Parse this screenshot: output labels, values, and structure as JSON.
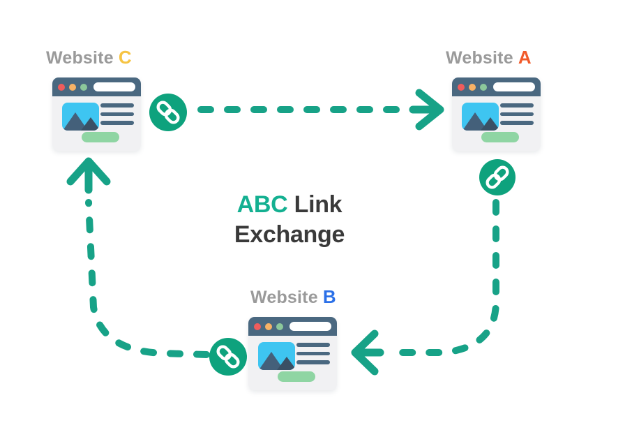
{
  "title": {
    "highlight": "ABC",
    "line1_rest": "Link",
    "line2": "Exchange"
  },
  "websites": [
    {
      "id": "c",
      "name": "Website",
      "letter": "C",
      "letter_color": "#F6C444"
    },
    {
      "id": "a",
      "name": "Website",
      "letter": "A",
      "letter_color": "#F15B2B"
    },
    {
      "id": "b",
      "name": "Website",
      "letter": "B",
      "letter_color": "#2B70E8"
    }
  ],
  "arrows": [
    {
      "from": "C",
      "to": "A"
    },
    {
      "from": "A",
      "to": "B"
    },
    {
      "from": "B",
      "to": "C"
    }
  ],
  "icons": {
    "link": "link-chain-icon"
  },
  "colors": {
    "background": "#FFFFFF",
    "arrow": "#17A287",
    "icon_bg": "#0EA27D",
    "icon_glyph": "#FFFFFF",
    "title_highlight": "#14B091",
    "title_text": "#3A3A3A",
    "label_text": "#9A9A9A",
    "browser_bar": "#4A6880",
    "dot_red": "#F05C5C",
    "dot_orange": "#F8B266",
    "dot_green": "#8CC89B",
    "address_bar": "#FFFFFF",
    "browser_body": "#F1F1F3",
    "thumb_bg": "#3EC5F1",
    "mountain_dark": "#44607A",
    "mountain_light": "#3A5065",
    "text_line": "#4A6880",
    "button_pill": "#8FD5A3"
  }
}
